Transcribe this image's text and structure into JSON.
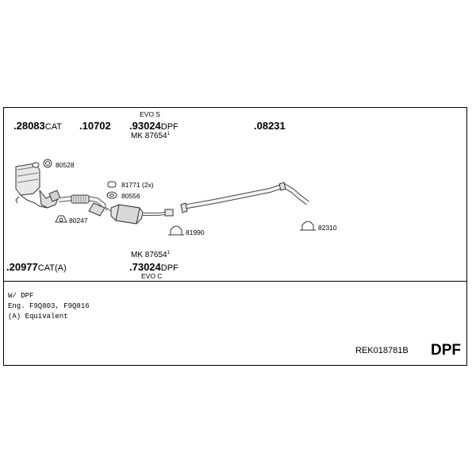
{
  "parts": {
    "p28083": {
      "number": ".28083",
      "suffix": "CAT"
    },
    "p10702": {
      "number": ".10702",
      "suffix": ""
    },
    "p93024": {
      "number": ".93024",
      "suffix": "DPF",
      "top_note": "EVO S",
      "mk": "MK 87654",
      "mk_sup": "1"
    },
    "p08231": {
      "number": ".08231",
      "suffix": ""
    },
    "p20977": {
      "number": ".20977",
      "suffix": "CAT(A)"
    },
    "p73024": {
      "number": ".73024",
      "suffix": "DPF",
      "bottom_note": "EVO C",
      "mk": "MK 87654",
      "mk_sup": "1"
    }
  },
  "callouts": {
    "c80528": "80528",
    "c81771": "81771 (2x)",
    "c80556": "80556",
    "c80247": "80247",
    "c81990": "81990",
    "c82310": "82310"
  },
  "notes": {
    "line1": "W/ DPF",
    "line2": "Eng. F9Q803, F9Q816",
    "line3": "(A) Equivalent"
  },
  "kit_code": "REK018781B",
  "kit_type": "DPF"
}
